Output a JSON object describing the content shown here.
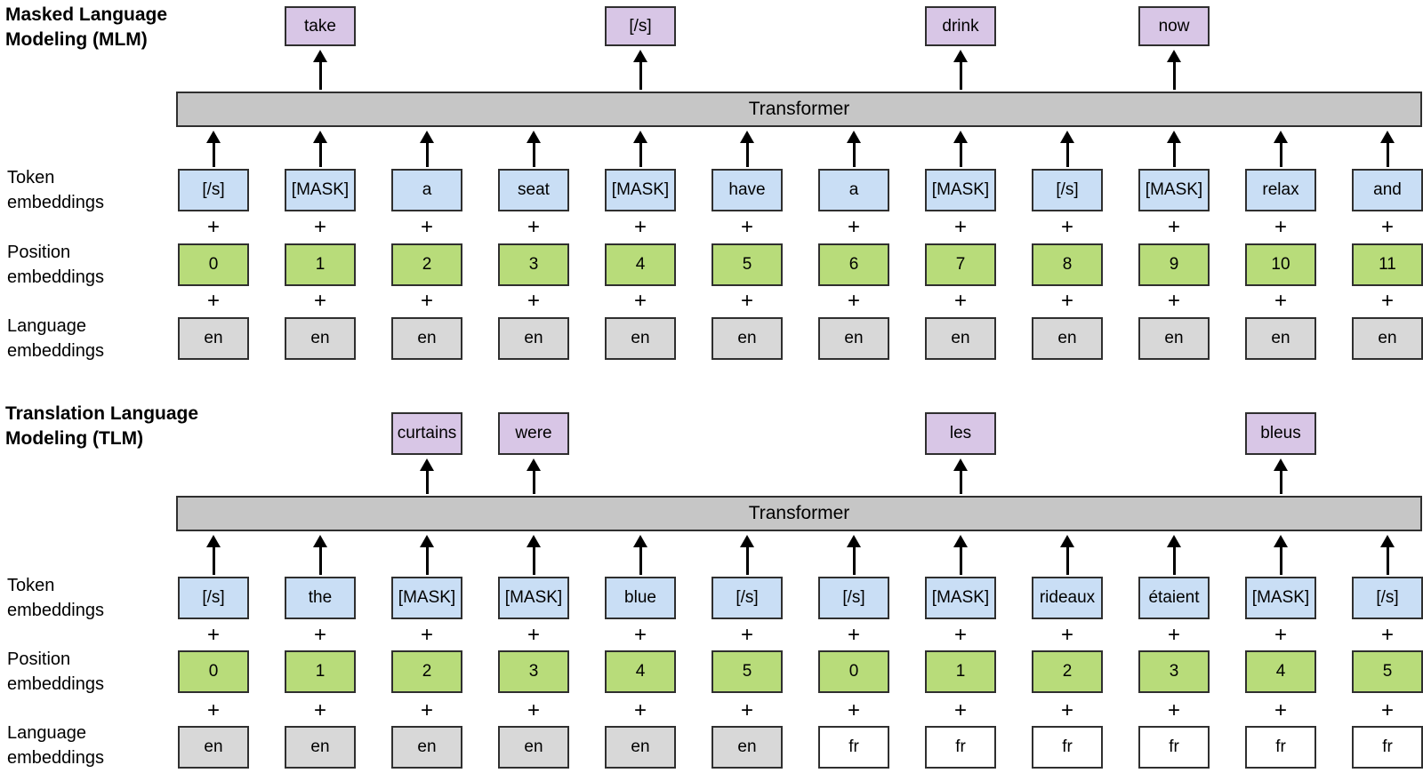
{
  "figure": {
    "plus_sign": "+",
    "colors": {
      "token_fill": "#c9def5",
      "position_fill": "#b8dc7a",
      "language_en_fill": "#d8d8d8",
      "language_fr_fill": "#ffffff",
      "output_fill": "#d8c6e6",
      "transformer_fill": "#c6c6c6",
      "border": "#2f2f2f"
    },
    "sections": [
      {
        "id": "mlm",
        "title_lines": [
          "Masked Language",
          "Modeling (MLM)"
        ],
        "transformer_label": "Transformer",
        "row_labels": [
          {
            "id": "token",
            "lines": [
              "Token",
              "embeddings"
            ]
          },
          {
            "id": "position",
            "lines": [
              "Position",
              "embeddings"
            ]
          },
          {
            "id": "language",
            "lines": [
              "Language",
              "embeddings"
            ]
          }
        ],
        "outputs": [
          {
            "above_column": 2,
            "label": "take"
          },
          {
            "above_column": 5,
            "label": "[/s]"
          },
          {
            "above_column": 8,
            "label": "drink"
          },
          {
            "above_column": 10,
            "label": "now"
          }
        ],
        "tokens": [
          "[/s]",
          "[MASK]",
          "a",
          "seat",
          "[MASK]",
          "have",
          "a",
          "[MASK]",
          "[/s]",
          "[MASK]",
          "relax",
          "and"
        ],
        "positions": [
          "0",
          "1",
          "2",
          "3",
          "4",
          "5",
          "6",
          "7",
          "8",
          "9",
          "10",
          "11"
        ],
        "languages": [
          {
            "label": "en",
            "variant": "en"
          },
          {
            "label": "en",
            "variant": "en"
          },
          {
            "label": "en",
            "variant": "en"
          },
          {
            "label": "en",
            "variant": "en"
          },
          {
            "label": "en",
            "variant": "en"
          },
          {
            "label": "en",
            "variant": "en"
          },
          {
            "label": "en",
            "variant": "en"
          },
          {
            "label": "en",
            "variant": "en"
          },
          {
            "label": "en",
            "variant": "en"
          },
          {
            "label": "en",
            "variant": "en"
          },
          {
            "label": "en",
            "variant": "en"
          },
          {
            "label": "en",
            "variant": "en"
          }
        ]
      },
      {
        "id": "tlm",
        "title_lines": [
          "Translation Language",
          "Modeling (TLM)"
        ],
        "transformer_label": "Transformer",
        "row_labels": [
          {
            "id": "token",
            "lines": [
              "Token",
              "embeddings"
            ]
          },
          {
            "id": "position",
            "lines": [
              "Position",
              "embeddings"
            ]
          },
          {
            "id": "language",
            "lines": [
              "Language",
              "embeddings"
            ]
          }
        ],
        "outputs": [
          {
            "above_column": 3,
            "label": "curtains"
          },
          {
            "above_column": 4,
            "label": "were"
          },
          {
            "above_column": 8,
            "label": "les"
          },
          {
            "above_column": 11,
            "label": "bleus"
          }
        ],
        "tokens": [
          "[/s]",
          "the",
          "[MASK]",
          "[MASK]",
          "blue",
          "[/s]",
          "[/s]",
          "[MASK]",
          "rideaux",
          "étaient",
          "[MASK]",
          "[/s]"
        ],
        "positions": [
          "0",
          "1",
          "2",
          "3",
          "4",
          "5",
          "0",
          "1",
          "2",
          "3",
          "4",
          "5"
        ],
        "languages": [
          {
            "label": "en",
            "variant": "en"
          },
          {
            "label": "en",
            "variant": "en"
          },
          {
            "label": "en",
            "variant": "en"
          },
          {
            "label": "en",
            "variant": "en"
          },
          {
            "label": "en",
            "variant": "en"
          },
          {
            "label": "en",
            "variant": "en"
          },
          {
            "label": "fr",
            "variant": "fr"
          },
          {
            "label": "fr",
            "variant": "fr"
          },
          {
            "label": "fr",
            "variant": "fr"
          },
          {
            "label": "fr",
            "variant": "fr"
          },
          {
            "label": "fr",
            "variant": "fr"
          },
          {
            "label": "fr",
            "variant": "fr"
          }
        ]
      }
    ]
  }
}
